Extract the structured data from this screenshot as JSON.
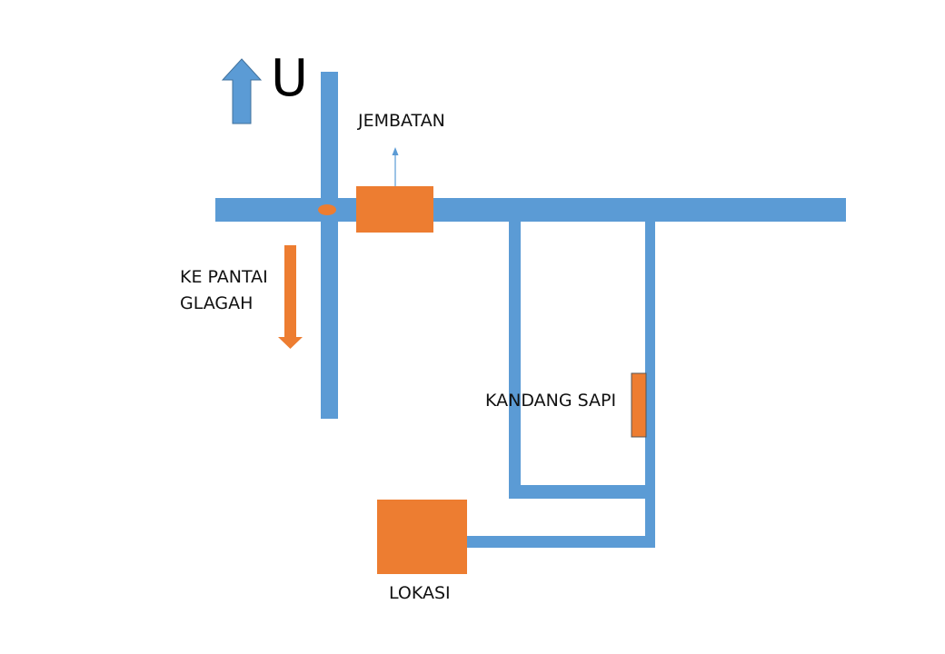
{
  "map": {
    "north": {
      "letter": "U",
      "icon": "north-arrow-icon",
      "color": "#5b9bd5"
    },
    "labels": {
      "bridge": "JEMBATAN",
      "beach_line1": "KE PANTAI",
      "beach_line2": "GLAGAH",
      "barn": "KANDANG SAPI",
      "location": "LOKASI"
    },
    "colors": {
      "road": "#5b9bd5",
      "landmark": "#ed7d31",
      "text": "#111111"
    },
    "icons": {
      "bridge_pointer": "arrow-up-icon",
      "beach_direction": "arrow-down-icon",
      "intersection": "intersection-dot-icon"
    }
  }
}
